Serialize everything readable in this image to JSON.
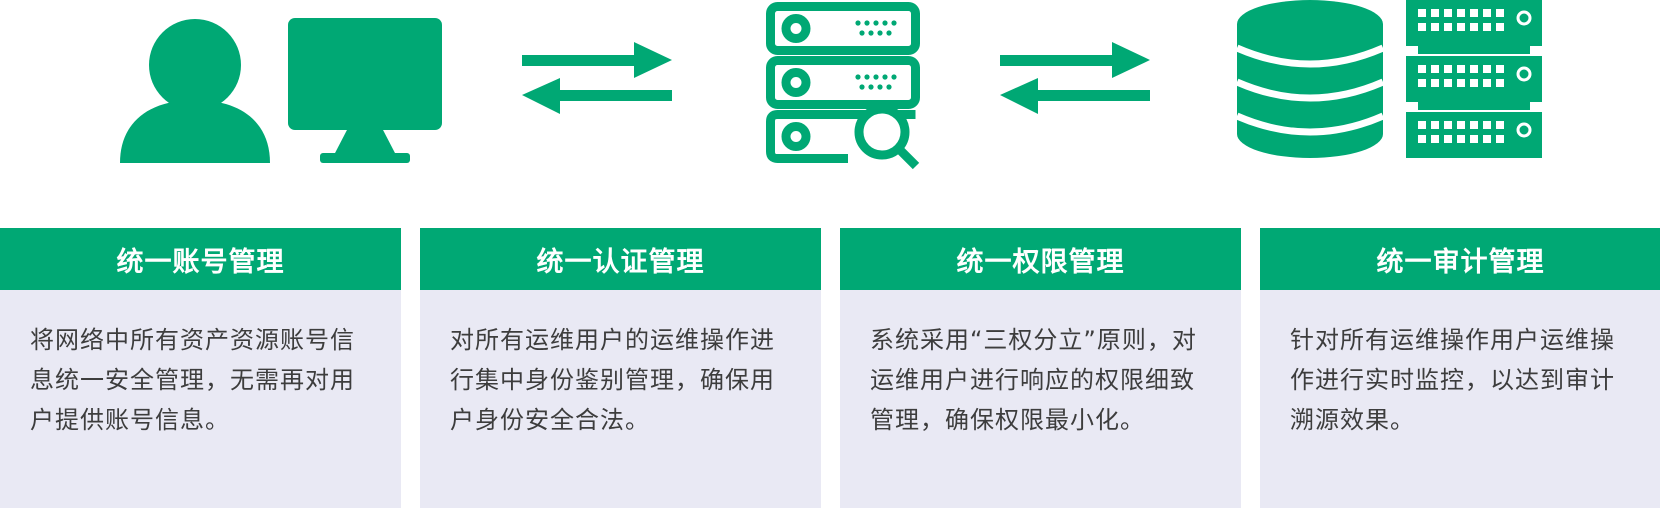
{
  "colors": {
    "accent": "#00a874",
    "card_bg": "#e9e9f4",
    "text": "#3d3d3d",
    "header_text": "#ffffff"
  },
  "icons": [
    "user-icon",
    "monitor-icon",
    "exchange-arrows-icon",
    "server-search-icon",
    "exchange-arrows-icon",
    "database-icon",
    "server-rack-icon"
  ],
  "cards": [
    {
      "title": "统一账号管理",
      "body": "将网络中所有资产资源账号信息统一安全管理，无需再对用户提供账号信息。"
    },
    {
      "title": "统一认证管理",
      "body": "对所有运维用户的运维操作进行集中身份鉴别管理，确保用户身份安全合法。"
    },
    {
      "title": "统一权限管理",
      "body": "系统采用“三权分立”原则，对运维用户进行响应的权限细致管理，确保权限最小化。"
    },
    {
      "title": "统一审计管理",
      "body": "针对所有运维操作用户运维操作进行实时监控，以达到审计溯源效果。"
    }
  ]
}
